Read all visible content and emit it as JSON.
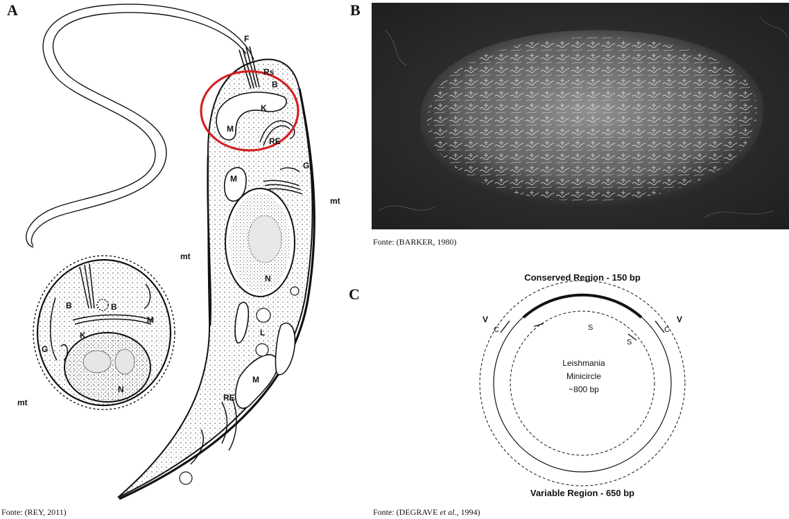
{
  "panels": {
    "a": {
      "letter": "A",
      "caption": "Fonte: (REY,  2011)",
      "labels": {
        "flagellum": "F",
        "reservoir": "Rs",
        "basal_body": "B",
        "basal_body_small": "B",
        "kinetoplast": "K",
        "kinetoplast_small": "K",
        "mitochondrion_top": "M",
        "mitochondrion_mid": "M",
        "mitochondrion_low": "M",
        "mitochondrion_small": "M",
        "er_top": "RE",
        "er_low": "RE",
        "golgi": "G",
        "golgi_small": "G",
        "microtubules_right": "mt",
        "microtubules_left": "mt",
        "microtubules_small": "mt",
        "nucleus": "N",
        "nucleus_small": "N",
        "lipid": "L",
        "small_b": "B"
      }
    },
    "b": {
      "letter": "B",
      "caption": "Fonte: (BARKER,  1980)"
    },
    "c": {
      "letter": "C",
      "caption_prefix": "Fonte: (DEGRAVE  ",
      "caption_italic": "et al.",
      "caption_suffix": ", 1994)",
      "title_top": "Conserved Region - 150 bp",
      "title_bottom": "Variable Region - 650 bp",
      "center_line1": "Leishmania",
      "center_line2": "Minicircle",
      "center_line3": "~800 bp",
      "label_v_left": "V",
      "label_v_right": "V",
      "label_c_left": "C",
      "label_c_right": "C",
      "label_s_left": "S",
      "label_s_right": "S"
    }
  },
  "colors": {
    "highlight_circle": "#d42020",
    "micrograph_bg": "#2b2b2b"
  }
}
